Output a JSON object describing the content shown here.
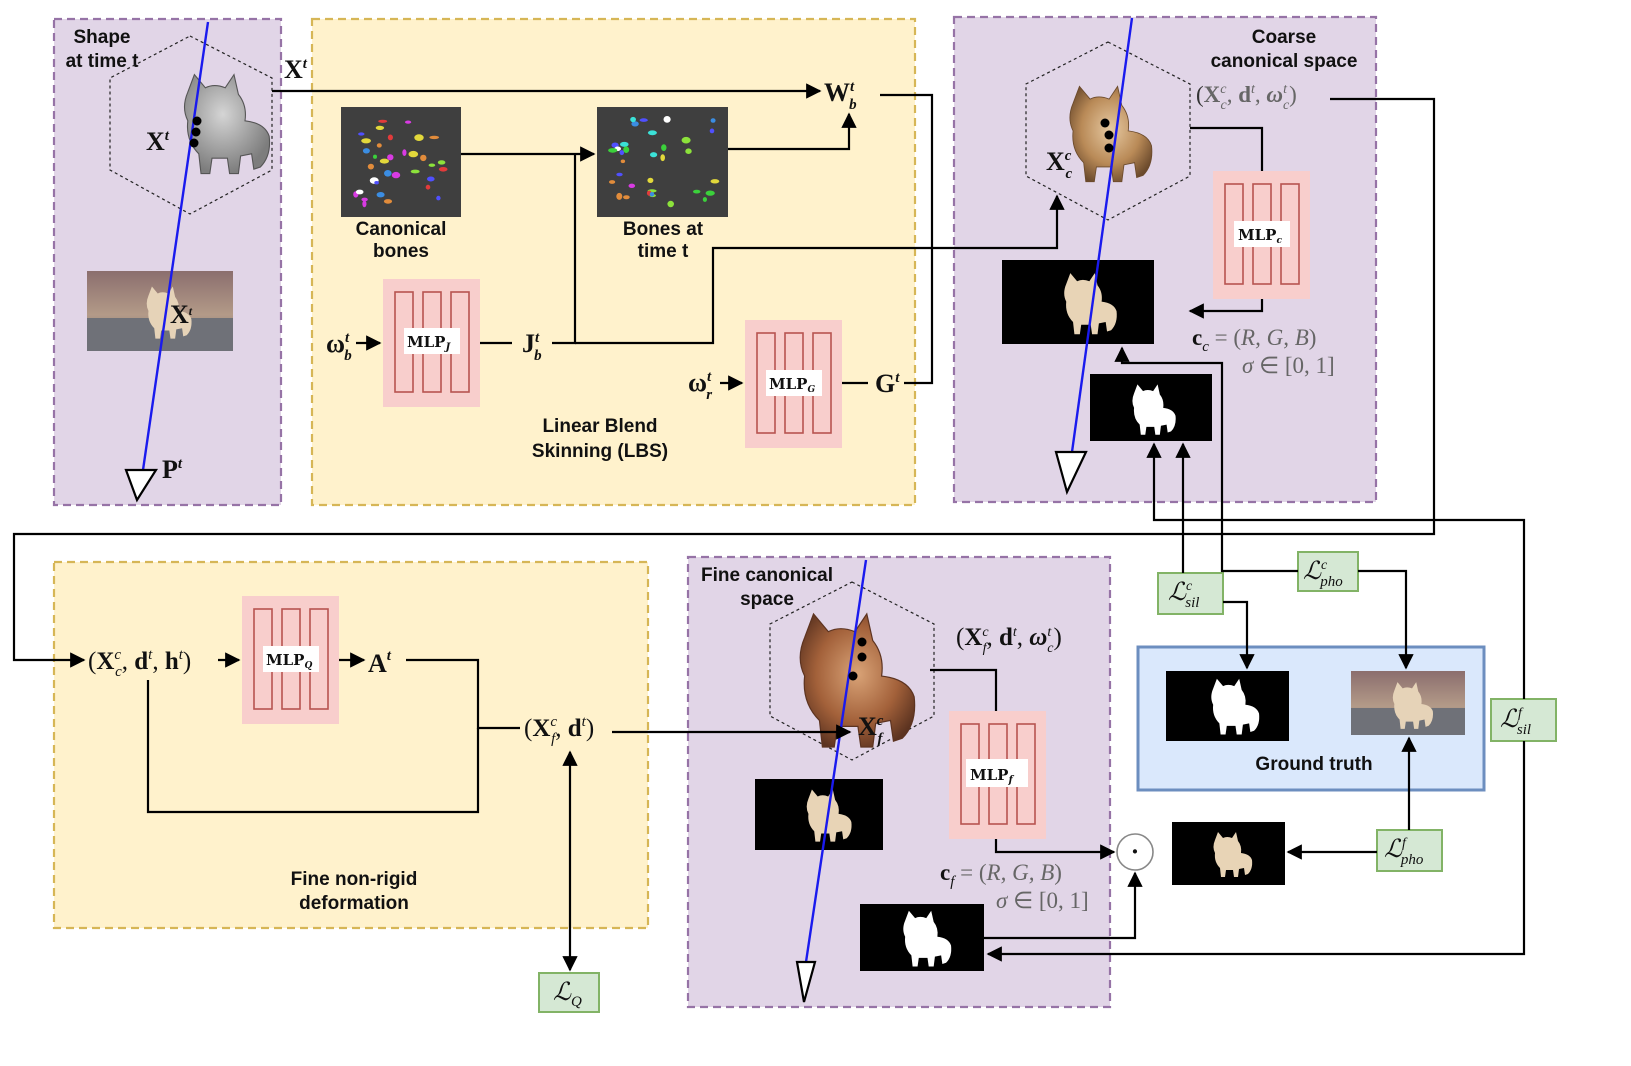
{
  "colors": {
    "purple_panel": "#e1d5e7",
    "purple_border": "#9673a6",
    "yellow_panel": "#fff2cc",
    "yellow_border": "#d6b656",
    "mlp_fill": "#f8cecc",
    "mlp_border": "#b85450",
    "loss_fill": "#d5e8d4",
    "loss_border": "#82b366",
    "gt_fill": "#dae8fc",
    "gt_border": "#6c8ebf",
    "ray": "#1a1aee"
  },
  "panels": {
    "shape": {
      "title_line1": "Shape",
      "title_line2": "at time t"
    },
    "lbs": {
      "title_line1": "Linear Blend",
      "title_line2": "Skinning (LBS)",
      "canonical_bones_1": "Canonical",
      "canonical_bones_2": "bones",
      "bones_time_1": "Bones at",
      "bones_time_2": "time t"
    },
    "coarse": {
      "title_line1": "Coarse",
      "title_line2": "canonical space"
    },
    "fine_nonrigid": {
      "title_line1": "Fine non-rigid",
      "title_line2": "deformation"
    },
    "fine_canonical": {
      "title_line1": "Fine canonical",
      "title_line2": "space"
    },
    "ground_truth": {
      "title": "Ground truth"
    }
  },
  "math": {
    "Xt": "X",
    "Xt_sup": "t",
    "Pt": "P",
    "Wb": "W",
    "Jb": "J",
    "Gt": "G",
    "omega_b": "ω",
    "omega_r": "ω",
    "Xc": "X",
    "coarse_tuple": "(X_c^c, d^t, ω_c^t)",
    "fine_input": "(X_c^c, d^t, h^t)",
    "At": "A",
    "fine_out": "(X_f^c, d^t)",
    "Xf": "X",
    "fine_tuple": "(X_f^c, d^t, ω_c^t)",
    "cc_line1": "c_c = (R, G, B)",
    "cc_line2": "σ ∈ [0, 1]",
    "cf_line1": "c_f = (R, G, B)",
    "cf_line2": "σ ∈ [0, 1]",
    "odot": "·"
  },
  "mlps": {
    "J": "MLP_J",
    "G": "MLP_G",
    "c": "MLP_c",
    "Q": "MLP_Q",
    "f": "MLP_f"
  },
  "losses": {
    "Q": "L_Q",
    "sil_c": "L_sil^c",
    "pho_c": "L_pho^c",
    "sil_f": "L_sil^f",
    "pho_f": "L_pho^f"
  }
}
